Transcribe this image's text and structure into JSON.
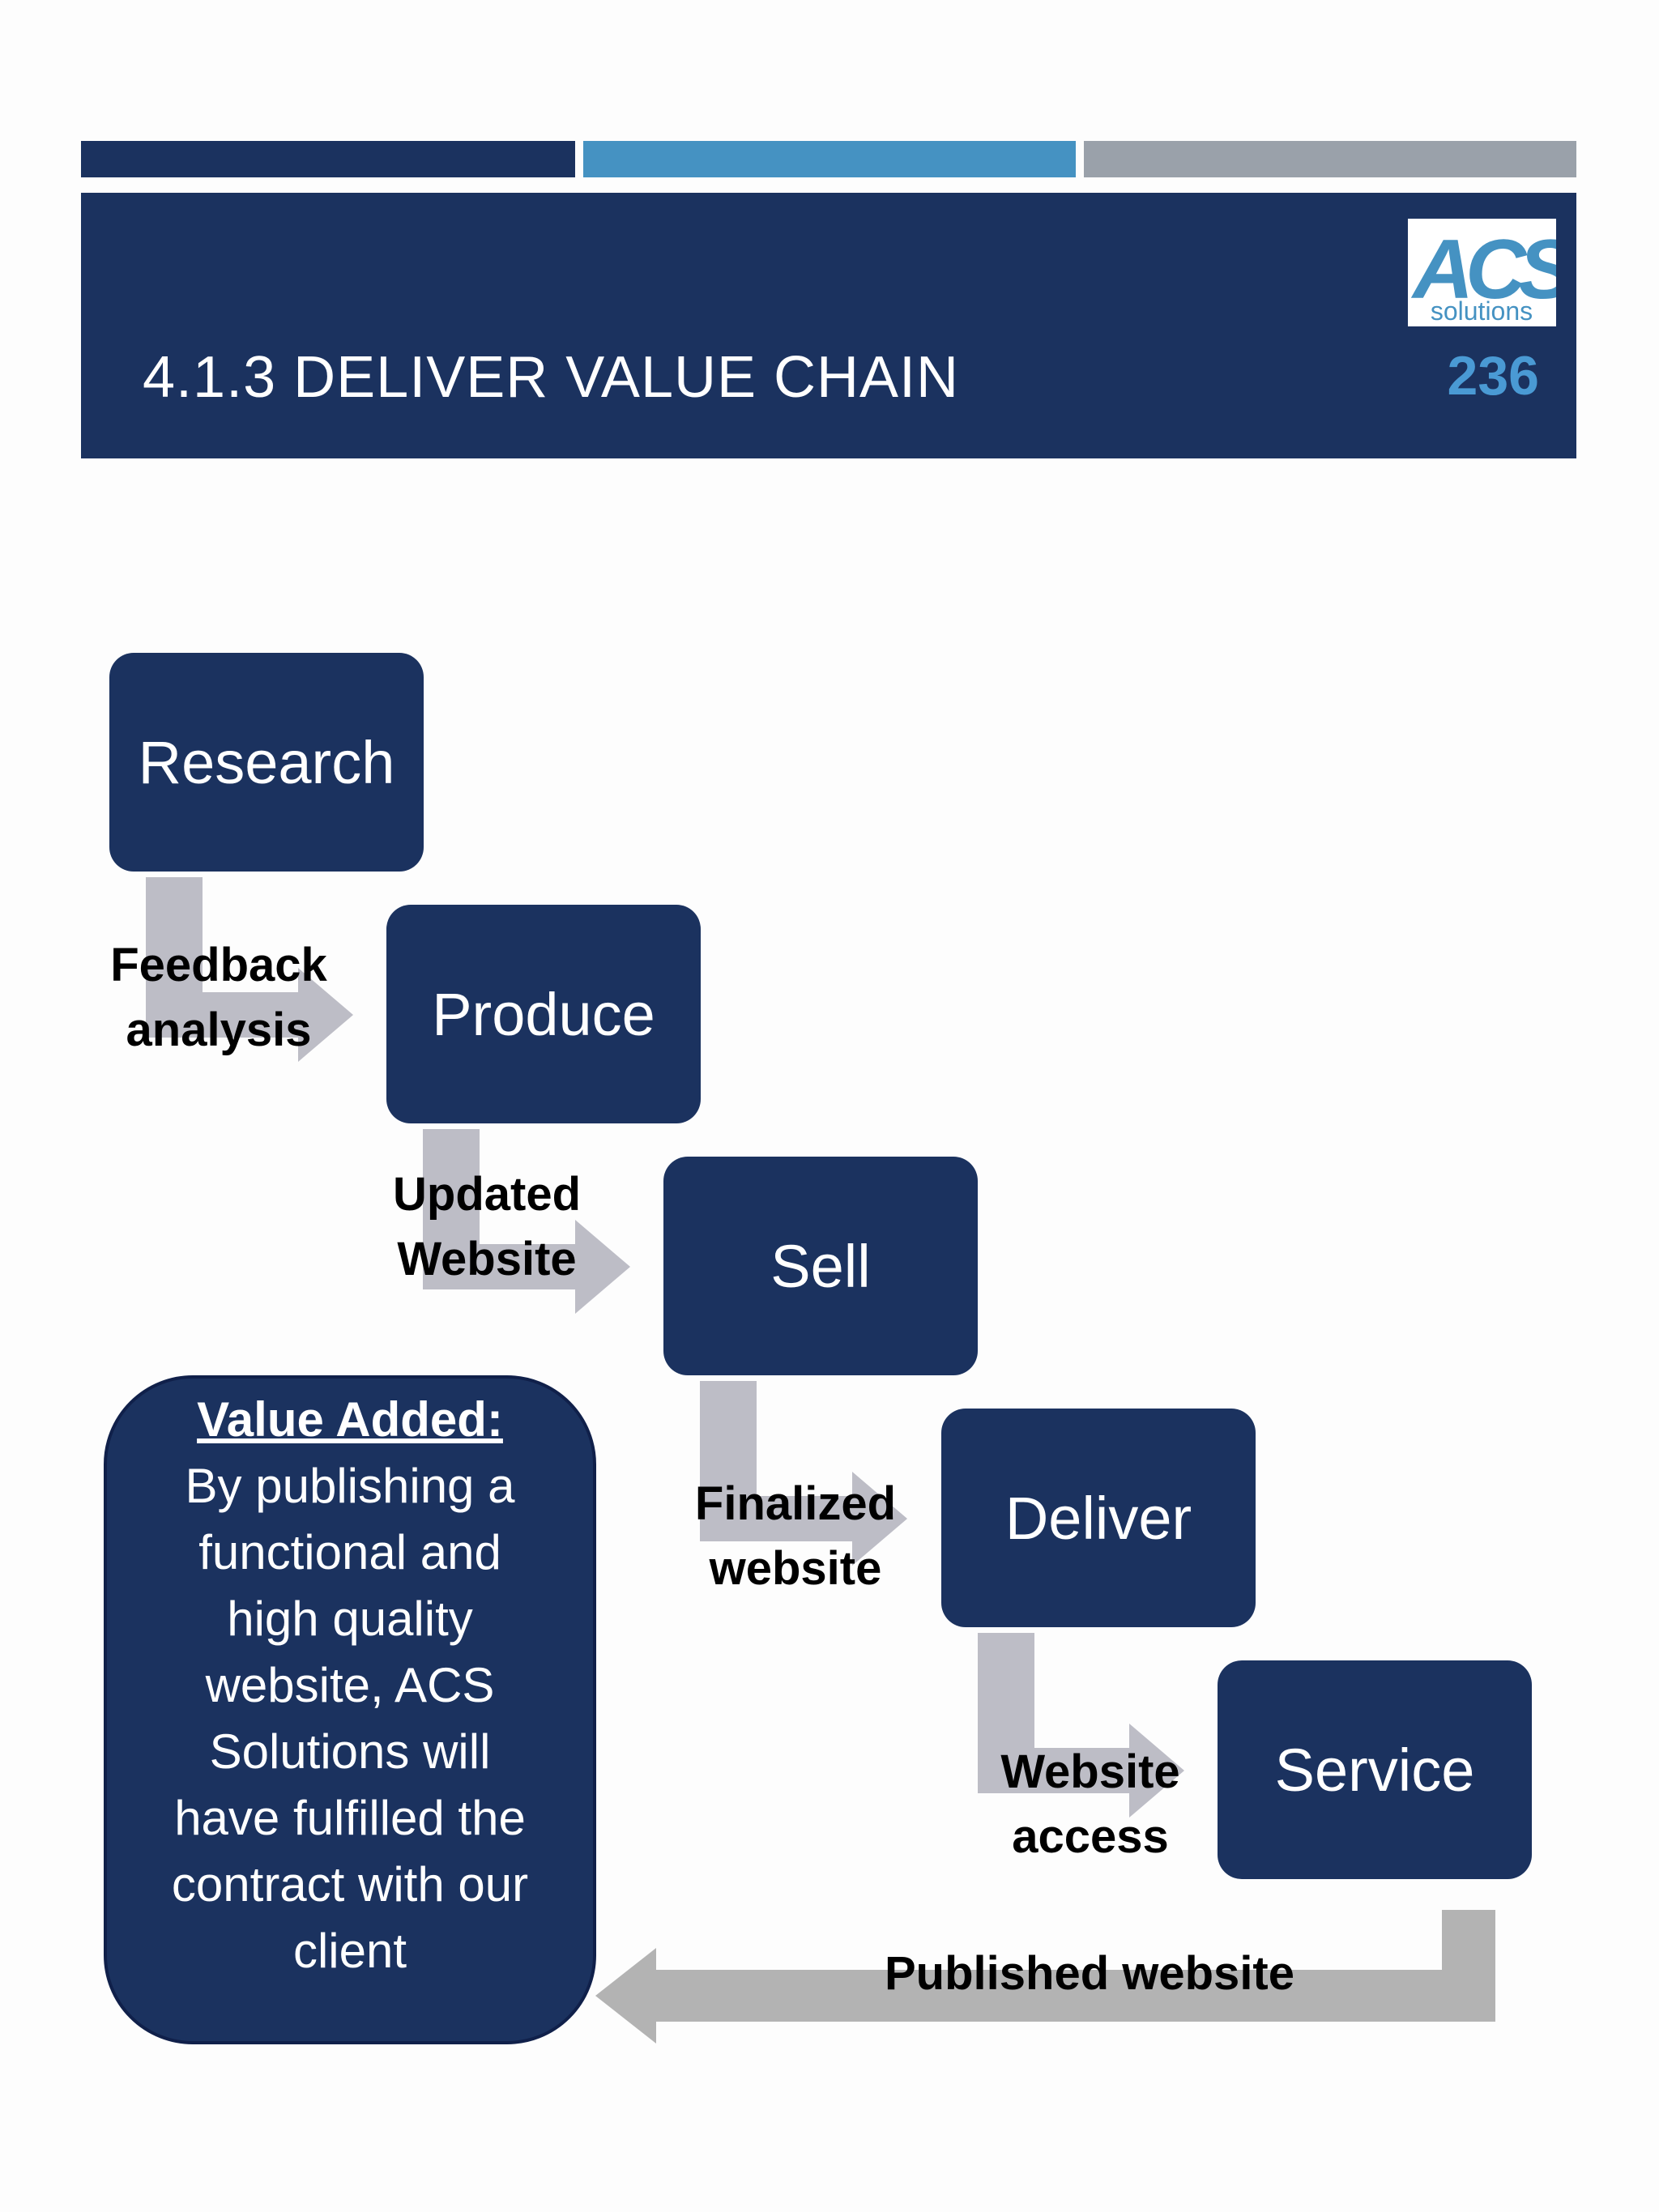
{
  "header": {
    "title": "4.1.3 DELIVER VALUE CHAIN",
    "page_number": "236",
    "logo": {
      "text": "ACS",
      "subtext": "solutions"
    }
  },
  "colors": {
    "navy": "#1b325f",
    "blue": "#4592c2",
    "gray_stripe": "#9aa1aa",
    "arrow_gray": "#bdbdc6",
    "return_arrow_gray": "#b3b3b3"
  },
  "steps": [
    {
      "label": "Research"
    },
    {
      "label": "Produce"
    },
    {
      "label": "Sell"
    },
    {
      "label": "Deliver"
    },
    {
      "label": "Service"
    }
  ],
  "connectors": [
    {
      "from": "Research",
      "to": "Produce",
      "lines": [
        "Feedback",
        "analysis"
      ]
    },
    {
      "from": "Produce",
      "to": "Sell",
      "lines": [
        "Updated",
        "Website"
      ]
    },
    {
      "from": "Sell",
      "to": "Deliver",
      "lines": [
        "Finalized",
        "website"
      ]
    },
    {
      "from": "Deliver",
      "to": "Service",
      "lines": [
        "Website",
        "access"
      ]
    }
  ],
  "return_arrow": {
    "from": "Service",
    "to": "Value Added",
    "label": "Published website"
  },
  "value_added": {
    "title": "Value Added:",
    "lines": [
      "By publishing a",
      "functional and",
      "high quality",
      "website, ACS",
      "Solutions will",
      "have fulfilled the",
      "contract with our",
      "client"
    ]
  }
}
